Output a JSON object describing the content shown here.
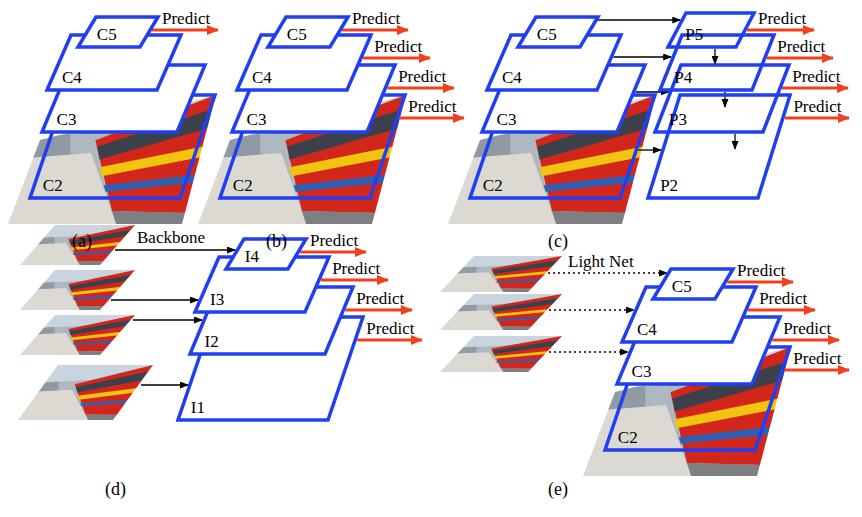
{
  "diagram": {
    "nodes": [
      {
        "text": [
          "C5"
        ]
      },
      {
        "text": [
          "C4"
        ]
      },
      {
        "text": [
          "C3"
        ]
      },
      {
        "text": [
          "C2"
        ]
      },
      {
        "text": [
          "C5"
        ]
      },
      {
        "text": [
          "C4"
        ]
      },
      {
        "text": [
          "C3"
        ]
      },
      {
        "text": [
          "C2"
        ]
      },
      {
        "text": [
          "C5"
        ]
      },
      {
        "text": [
          "C4"
        ]
      },
      {
        "text": [
          "C3"
        ]
      },
      {
        "text": [
          "C2"
        ]
      },
      {
        "text": [
          "P5"
        ]
      },
      {
        "text": [
          "P4"
        ]
      },
      {
        "text": [
          "P3"
        ]
      },
      {
        "text": [
          "P2"
        ]
      },
      {
        "text": [
          "I4"
        ]
      },
      {
        "text": [
          "I3"
        ]
      },
      {
        "text": [
          "I2"
        ]
      },
      {
        "text": [
          "I1"
        ]
      },
      {
        "text": [
          "C5"
        ]
      },
      {
        "text": [
          "C4"
        ]
      },
      {
        "text": [
          "C3"
        ]
      },
      {
        "text": [
          "C2"
        ]
      }
    ],
    "edges": [
      {
        "from": 8,
        "to": 12,
        "arrow": "to"
      },
      {
        "from": 9,
        "to": 13,
        "arrow": "to"
      },
      {
        "from": 10,
        "to": 14,
        "arrow": "to"
      },
      {
        "from": 11,
        "to": 15,
        "arrow": "to"
      },
      {
        "from": 12,
        "to": 13,
        "arrow": "to"
      },
      {
        "from": 13,
        "to": 14,
        "arrow": "to"
      },
      {
        "from": 14,
        "to": 15,
        "arrow": "to"
      }
    ],
    "labels": [
      "Predict",
      "Predict",
      "Predict",
      "Predict",
      "Predict",
      "Predict",
      "Predict",
      "Predict",
      "Predict",
      "(a)",
      "(b)",
      "(c)",
      "Backbone",
      "Predict",
      "Predict",
      "Predict",
      "Predict",
      "Light Net",
      "Predict",
      "Predict",
      "Predict",
      "Predict",
      "(d)",
      "(e)"
    ]
  }
}
